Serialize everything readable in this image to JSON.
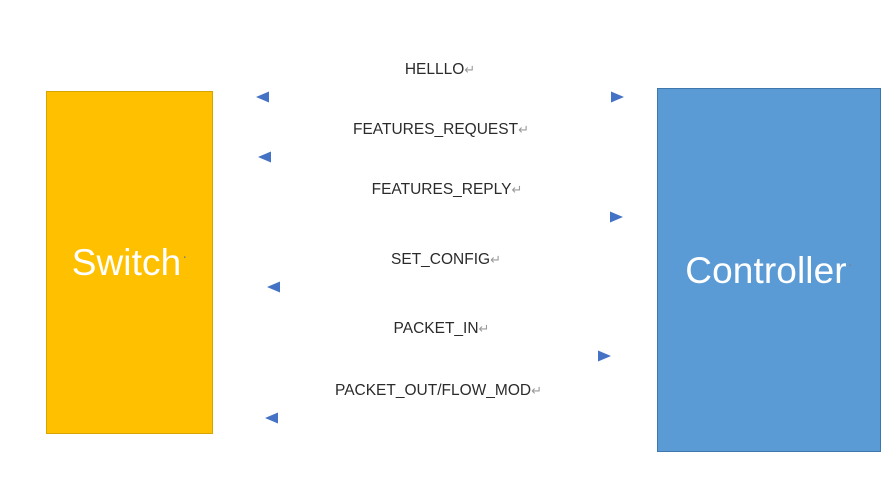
{
  "diagram": {
    "title": "OpenFlow switch-controller message sequence",
    "background": "#ffffff",
    "cr_glyph": "↵"
  },
  "nodes": [
    {
      "id": "switch",
      "label": "Switch",
      "dot": "·",
      "fill": "#FFC000",
      "border": "#D9A400",
      "text_color": "#ffffff"
    },
    {
      "id": "controller",
      "label": "Controller",
      "dot": "·",
      "fill": "#5B9BD5",
      "border": "#3E77AB",
      "text_color": "#ffffff"
    }
  ],
  "arrow_color": "#4472C4",
  "messages": [
    {
      "id": "helllo",
      "label": "HELLLO",
      "cr": "↵",
      "direction": "both",
      "from": "switch",
      "to": "controller"
    },
    {
      "id": "features-request",
      "label": "FEATURES_REQUEST",
      "cr": "↵",
      "direction": "left",
      "from": "controller",
      "to": "switch"
    },
    {
      "id": "features-reply",
      "label": "FEATURES_REPLY",
      "cr": "↵",
      "direction": "right",
      "from": "switch",
      "to": "controller"
    },
    {
      "id": "set-config",
      "label": "SET_CONFIG",
      "cr": "↵",
      "direction": "left",
      "from": "controller",
      "to": "switch"
    },
    {
      "id": "packet-in",
      "label": "PACKET_IN",
      "cr": "↵",
      "direction": "right",
      "from": "switch",
      "to": "controller"
    },
    {
      "id": "packet-out-flow-mod",
      "label": "PACKET_OUT/FLOW_MOD",
      "cr": "↵",
      "direction": "left",
      "from": "controller",
      "to": "switch"
    }
  ]
}
